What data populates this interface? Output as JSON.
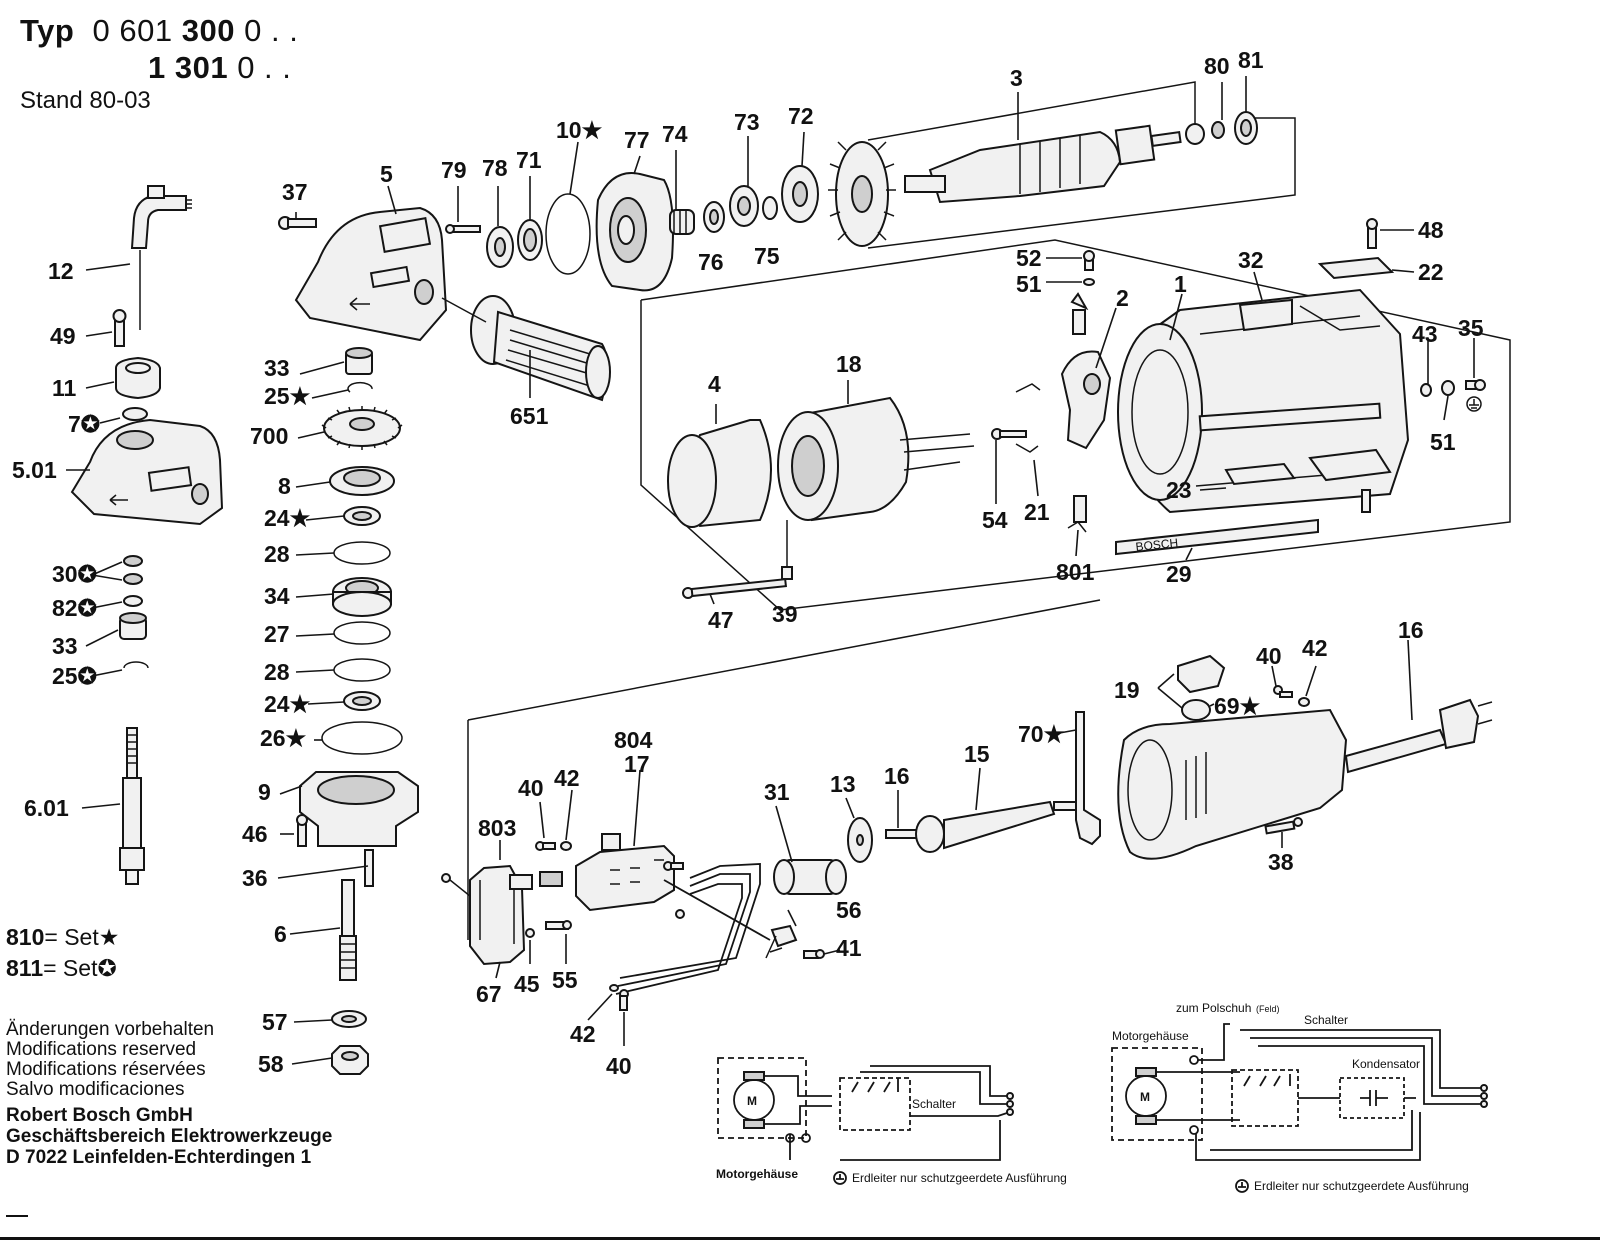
{
  "header": {
    "typ_label": "Typ",
    "model_1_prefix": "0 601",
    "model_1_bold": "300",
    "model_1_suffix": "0 . .",
    "model_2_bold": "1 301",
    "model_2_suffix": "0 . .",
    "stand": "Stand 80-03"
  },
  "sets": [
    {
      "number": "810",
      "text": "= Set",
      "symbol": "★"
    },
    {
      "number": "811",
      "text": "= Set",
      "symbol": "✪"
    }
  ],
  "notes": [
    "Änderungen vorbehalten",
    "Modifications reserved",
    "Modifications réservées",
    "Salvo modificaciones"
  ],
  "company": [
    "Robert Bosch GmbH",
    "Geschäftsbereich Elektrowerkzeuge",
    "D 7022 Leinfelden-Echterdingen 1"
  ],
  "brand_plate": "BOSCH",
  "callouts": [
    {
      "id": "12",
      "text": "12"
    },
    {
      "id": "49",
      "text": "49"
    },
    {
      "id": "11",
      "text": "11"
    },
    {
      "id": "7",
      "text": "7✪"
    },
    {
      "id": "5.01",
      "text": "5.01"
    },
    {
      "id": "30",
      "text": "30✪"
    },
    {
      "id": "82",
      "text": "82✪"
    },
    {
      "id": "33a",
      "text": "33"
    },
    {
      "id": "25a",
      "text": "25✪"
    },
    {
      "id": "6.01",
      "text": "6.01"
    },
    {
      "id": "37",
      "text": "37"
    },
    {
      "id": "5",
      "text": "5"
    },
    {
      "id": "79",
      "text": "79"
    },
    {
      "id": "78",
      "text": "78"
    },
    {
      "id": "71",
      "text": "71"
    },
    {
      "id": "10",
      "text": "10★"
    },
    {
      "id": "77",
      "text": "77"
    },
    {
      "id": "74",
      "text": "74"
    },
    {
      "id": "73",
      "text": "73"
    },
    {
      "id": "72",
      "text": "72"
    },
    {
      "id": "76",
      "text": "76"
    },
    {
      "id": "75",
      "text": "75"
    },
    {
      "id": "3",
      "text": "3"
    },
    {
      "id": "80",
      "text": "80"
    },
    {
      "id": "81",
      "text": "81"
    },
    {
      "id": "33b",
      "text": "33"
    },
    {
      "id": "25b",
      "text": "25★"
    },
    {
      "id": "700",
      "text": "700"
    },
    {
      "id": "8",
      "text": "8"
    },
    {
      "id": "24a",
      "text": "24★"
    },
    {
      "id": "28a",
      "text": "28"
    },
    {
      "id": "34",
      "text": "34"
    },
    {
      "id": "27",
      "text": "27"
    },
    {
      "id": "28b",
      "text": "28"
    },
    {
      "id": "24b",
      "text": "24★"
    },
    {
      "id": "26",
      "text": "26★"
    },
    {
      "id": "9",
      "text": "9"
    },
    {
      "id": "46",
      "text": "46"
    },
    {
      "id": "36",
      "text": "36"
    },
    {
      "id": "6",
      "text": "6"
    },
    {
      "id": "57",
      "text": "57"
    },
    {
      "id": "58",
      "text": "58"
    },
    {
      "id": "651",
      "text": "651"
    },
    {
      "id": "4",
      "text": "4"
    },
    {
      "id": "18",
      "text": "18"
    },
    {
      "id": "47",
      "text": "47"
    },
    {
      "id": "39",
      "text": "39"
    },
    {
      "id": "52",
      "text": "52"
    },
    {
      "id": "51a",
      "text": "51"
    },
    {
      "id": "2",
      "text": "2"
    },
    {
      "id": "54",
      "text": "54"
    },
    {
      "id": "21",
      "text": "21"
    },
    {
      "id": "801",
      "text": "801"
    },
    {
      "id": "32",
      "text": "32"
    },
    {
      "id": "1",
      "text": "1"
    },
    {
      "id": "48",
      "text": "48"
    },
    {
      "id": "22",
      "text": "22"
    },
    {
      "id": "43",
      "text": "43"
    },
    {
      "id": "35",
      "text": "35"
    },
    {
      "id": "51b",
      "text": "51"
    },
    {
      "id": "23",
      "text": "23"
    },
    {
      "id": "29",
      "text": "29"
    },
    {
      "id": "16a",
      "text": "16"
    },
    {
      "id": "40a",
      "text": "40"
    },
    {
      "id": "42a",
      "text": "42"
    },
    {
      "id": "19",
      "text": "19"
    },
    {
      "id": "69",
      "text": "69★"
    },
    {
      "id": "70",
      "text": "70★"
    },
    {
      "id": "15",
      "text": "15"
    },
    {
      "id": "16b",
      "text": "16"
    },
    {
      "id": "13",
      "text": "13"
    },
    {
      "id": "31",
      "text": "31"
    },
    {
      "id": "38",
      "text": "38"
    },
    {
      "id": "804",
      "text": "804"
    },
    {
      "id": "17",
      "text": "17"
    },
    {
      "id": "40b",
      "text": "40"
    },
    {
      "id": "42b",
      "text": "42"
    },
    {
      "id": "803",
      "text": "803"
    },
    {
      "id": "67",
      "text": "67"
    },
    {
      "id": "45",
      "text": "45"
    },
    {
      "id": "55",
      "text": "55"
    },
    {
      "id": "56",
      "text": "56"
    },
    {
      "id": "41",
      "text": "41"
    },
    {
      "id": "42c",
      "text": "42"
    },
    {
      "id": "40c",
      "text": "40"
    }
  ],
  "wiring_left": {
    "motor_symbol": "M",
    "switch_label": "Schalter",
    "housing_label": "Motorgehäuse",
    "earth_note": "Erdleiter nur  schutzgeerdete Ausführung"
  },
  "wiring_right": {
    "pole_note": "zum Polschuh",
    "pole_note_small": "(Feld)",
    "housing_label": "Motorgehäuse",
    "switch_label": "Schalter",
    "capacitor_label": "Kondensator",
    "motor_symbol": "M",
    "earth_note": "Erdleiter nur  schutzgeerdete Ausführung"
  }
}
